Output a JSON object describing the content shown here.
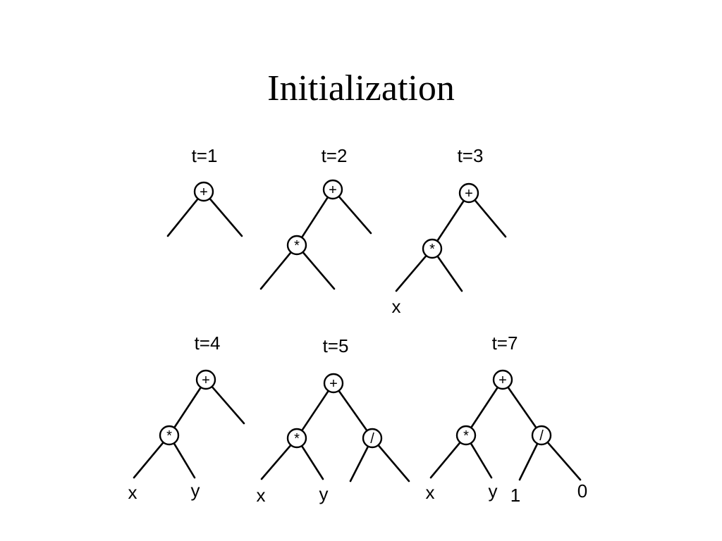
{
  "title": "Initialization",
  "trees": [
    {
      "label": "t=1",
      "nodes": [
        {
          "id": "n0",
          "op": "+"
        }
      ],
      "leaves": []
    },
    {
      "label": "t=2",
      "nodes": [
        {
          "id": "n0",
          "op": "+"
        },
        {
          "id": "n1",
          "op": "*"
        }
      ],
      "leaves": []
    },
    {
      "label": "t=3",
      "nodes": [
        {
          "id": "n0",
          "op": "+"
        },
        {
          "id": "n1",
          "op": "*"
        }
      ],
      "leaves": [
        "x"
      ]
    },
    {
      "label": "t=4",
      "nodes": [
        {
          "id": "n0",
          "op": "+"
        },
        {
          "id": "n1",
          "op": "*"
        }
      ],
      "leaves": [
        "x",
        "y"
      ]
    },
    {
      "label": "t=5",
      "nodes": [
        {
          "id": "n0",
          "op": "+"
        },
        {
          "id": "n1",
          "op": "*"
        },
        {
          "id": "n2",
          "op": "/"
        }
      ],
      "leaves": [
        "x",
        "y"
      ]
    },
    {
      "label": "t=7",
      "nodes": [
        {
          "id": "n0",
          "op": "+"
        },
        {
          "id": "n1",
          "op": "*"
        },
        {
          "id": "n2",
          "op": "/"
        }
      ],
      "leaves": [
        "x",
        "y",
        "1",
        "0"
      ]
    }
  ]
}
